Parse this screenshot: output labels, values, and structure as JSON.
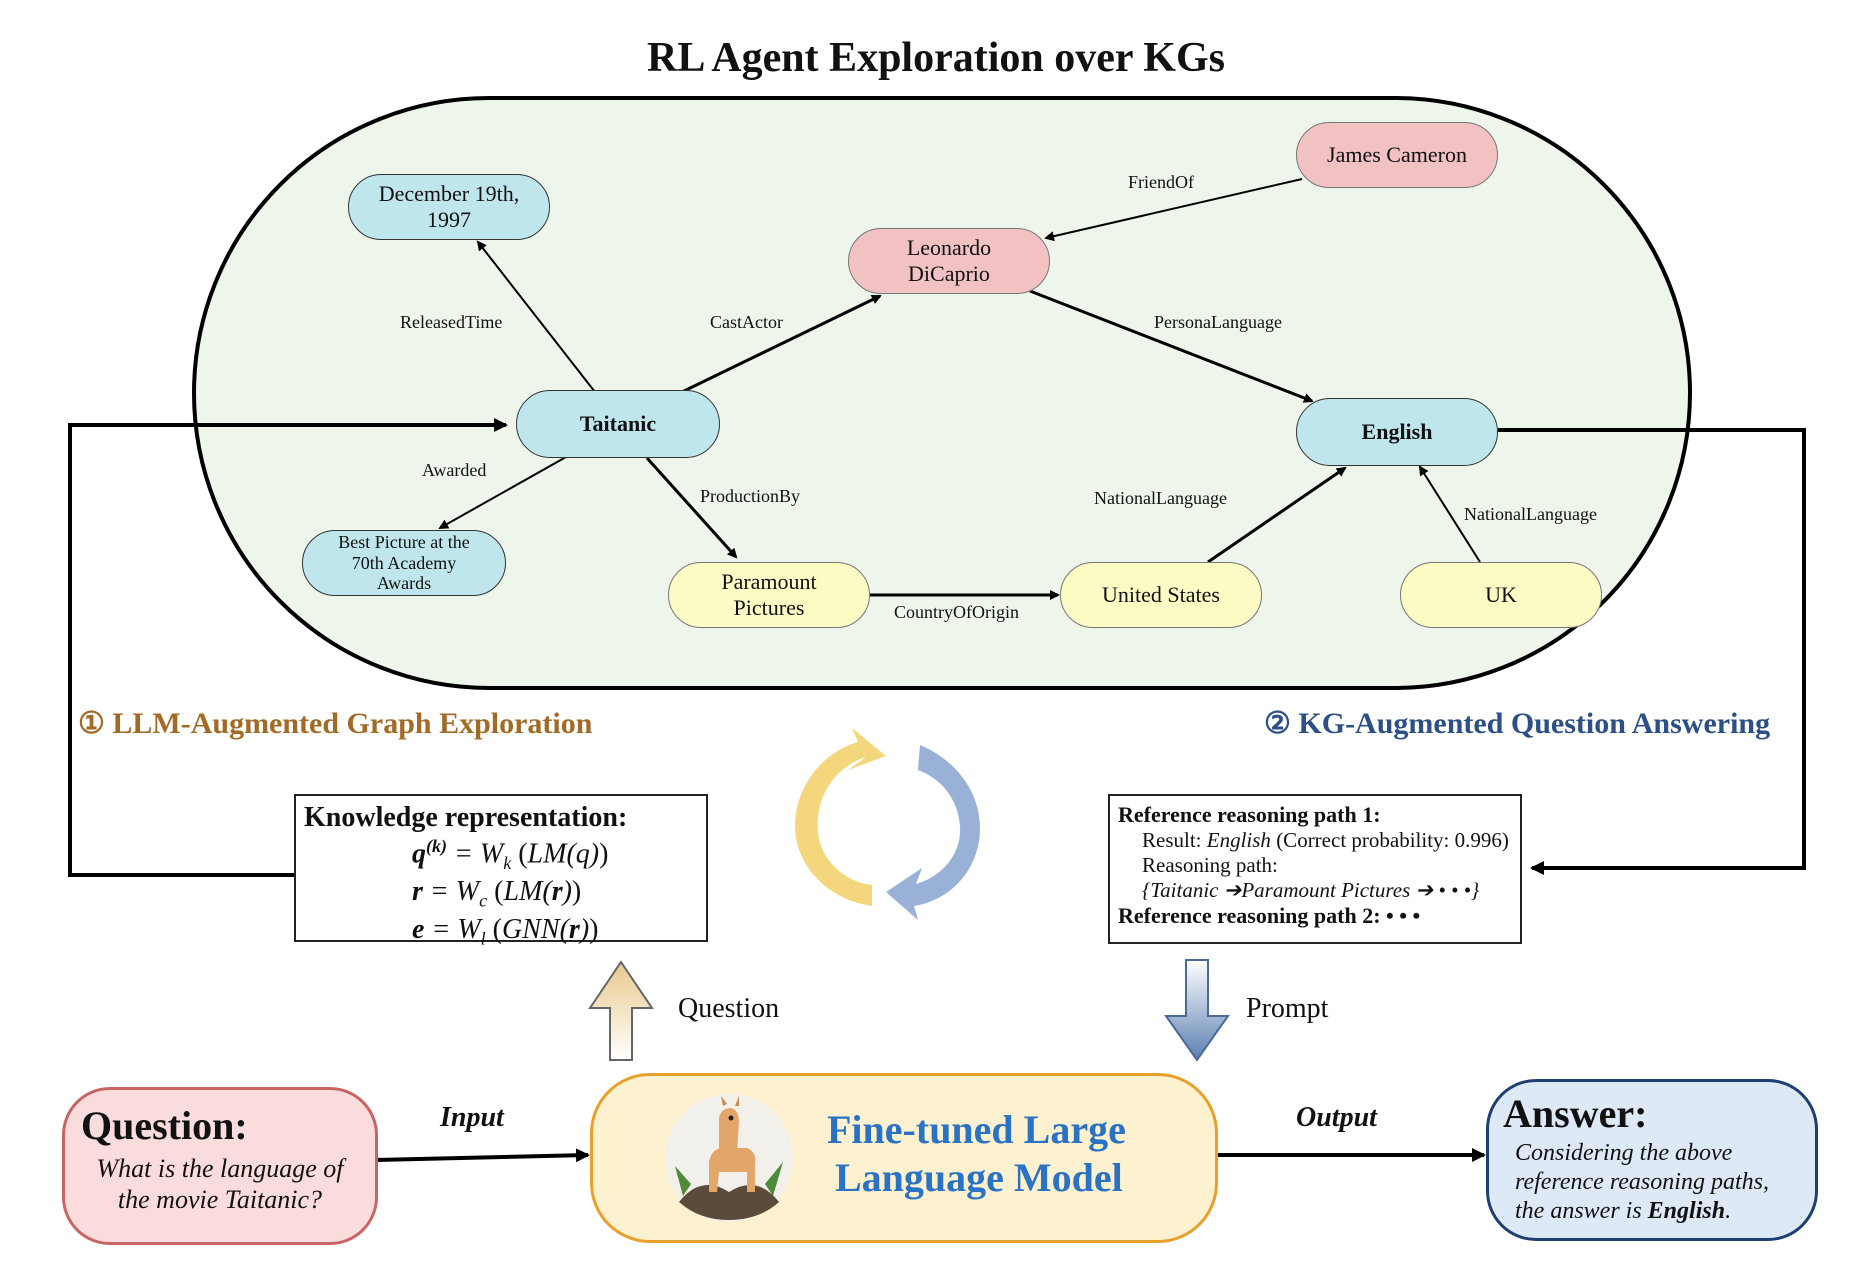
{
  "title": "RL Agent Exploration over KGs",
  "nodes": {
    "release_date": "December 19th, 1997",
    "titanic": "Taitanic",
    "best_picture": "Best Picture at the 70th Academy Awards",
    "leonardo": "Leonardo DiCaprio",
    "james_cameron": "James Cameron",
    "paramount": "Paramount Pictures",
    "united_states": "United States",
    "english": "English",
    "uk": "UK"
  },
  "edges": {
    "released_time": "ReleasedTime",
    "cast_actor": "CastActor",
    "awarded": "Awarded",
    "production_by": "ProductionBy",
    "friend_of": "FriendOf",
    "persona_language": "PersonaLanguage",
    "country_of_origin": "CountryOfOrigin",
    "national_language_us": "NationalLanguage",
    "national_language_uk": "NationalLanguage"
  },
  "sections": {
    "left": "① LLM-Augmented Graph Exploration",
    "right": "② KG-Augmented Question Answering",
    "left_color": "#a26a25",
    "right_color": "#2b4f86"
  },
  "knowledge": {
    "title": "Knowledge representation:"
  },
  "reasoning": {
    "path1_title": "Reference reasoning path 1:",
    "result_prefix": "Result: ",
    "result_value": "English",
    "result_suffix": " (Correct probability: 0.996)",
    "path_label": "Reasoning path:",
    "path_value": "{Taitanic ➔Paramount Pictures ➔ • • •}",
    "path2_title": "Reference reasoning path 2: • • •"
  },
  "arrows": {
    "question": "Question",
    "prompt": "Prompt",
    "input": "Input",
    "output": "Output"
  },
  "question_box": {
    "title": "Question:",
    "text": "What is the language of the movie Taitanic?"
  },
  "llm": {
    "line1": "Fine-tuned Large",
    "line2": "Language Model",
    "color": "#2a72c4",
    "logo": "alpaca-icon"
  },
  "answer_box": {
    "title": "Answer:",
    "text": "Considering the above reference reasoning paths, the answer is ",
    "answer": "English",
    "end": "."
  }
}
